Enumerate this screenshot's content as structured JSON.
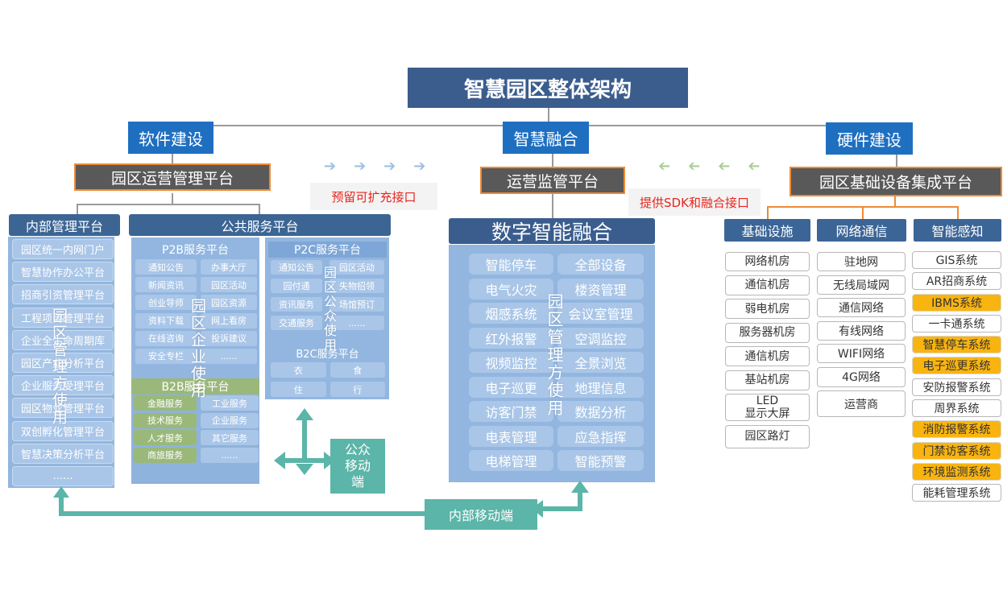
{
  "title": "智慧园区整体架构",
  "categories": {
    "software": "软件建设",
    "fusion": "智慧融合",
    "hardware": "硬件建设"
  },
  "platforms": {
    "ops": "园区运营管理平台",
    "monitor": "运营监管平台",
    "infra": "园区基础设备集成平台"
  },
  "notes": {
    "reserve": "预留可扩充接口",
    "sdk": "提供SDK和融合接口"
  },
  "internal": {
    "header": "内部管理平台",
    "items": [
      "园区统一内网门户",
      "智慧协作办公平台",
      "招商引资管理平台",
      "工程项目管理平台",
      "企业全生命周期库",
      "园区产业分析平台",
      "企业服务受理平台",
      "园区物业管理平台",
      "双创孵化管理平台",
      "智慧决策分析平台",
      "......"
    ],
    "vertical": "园区管理方使用"
  },
  "public": {
    "header": "公共服务平台",
    "p2b": {
      "header": "P2B服务平台",
      "left": [
        "通知公告",
        "新闻资讯",
        "创业导师",
        "资料下载",
        "在线咨询",
        "安全专栏"
      ],
      "right": [
        "办事大厅",
        "园区活动",
        "园区资源",
        "网上看房",
        "投诉建议",
        "......"
      ]
    },
    "b2b": {
      "header": "B2B服务平台",
      "left": [
        "金融服务",
        "技术服务",
        "人才服务",
        "商旅服务"
      ],
      "right": [
        "工业服务",
        "企业服务",
        "其它服务",
        "......"
      ]
    },
    "p2c": {
      "header": "P2C服务平台",
      "left": [
        "通知公告",
        "园付通",
        "资讯服务",
        "交通服务"
      ],
      "right": [
        "园区活动",
        "失物招领",
        "场馆预订",
        "......"
      ]
    },
    "b2c": {
      "header": "B2C服务平台",
      "items": [
        "衣",
        "食",
        "住",
        "行"
      ]
    },
    "vertical_enterprise": "园区企业使用",
    "vertical_public": "园区公众使用"
  },
  "fusion": {
    "header": "数字智能融合",
    "left": [
      "智能停车",
      "电气火灾",
      "烟感系统",
      "红外报警",
      "视频监控",
      "电子巡更",
      "访客门禁",
      "电表管理",
      "电梯管理"
    ],
    "right": [
      "全部设备",
      "楼资管理",
      "会议室管理",
      "空调监控",
      "全景浏览",
      "地理信息",
      "数据分析",
      "应急指挥",
      "智能预警"
    ],
    "vertical": "园区管理方使用"
  },
  "mobile": {
    "public": "公众移动端",
    "internal": "内部移动端"
  },
  "hardware": {
    "infra": {
      "header": "基础设施",
      "items": [
        "网络机房",
        "通信机房",
        "弱电机房",
        "服务器机房",
        "通信机房",
        "基站机房",
        "LED\n显示大屏",
        "园区路灯"
      ]
    },
    "network": {
      "header": "网络通信",
      "items": [
        "驻地网",
        "无线局域网",
        "通信网络",
        "有线网络",
        "WIFI网络",
        "4G网络",
        "运营商"
      ]
    },
    "sensing": {
      "header": "智能感知",
      "items": [
        {
          "label": "GIS系统",
          "highlight": false
        },
        {
          "label": "AR招商系统",
          "highlight": false
        },
        {
          "label": "IBMS系统",
          "highlight": true
        },
        {
          "label": "一卡通系统",
          "highlight": false
        },
        {
          "label": "智慧停车系统",
          "highlight": true
        },
        {
          "label": "电子巡更系统",
          "highlight": true
        },
        {
          "label": "安防报警系统",
          "highlight": false
        },
        {
          "label": "周界系统",
          "highlight": false
        },
        {
          "label": "消防报警系统",
          "highlight": true
        },
        {
          "label": "门禁访客系统",
          "highlight": true
        },
        {
          "label": "环境监测系统",
          "highlight": true
        },
        {
          "label": "能耗管理系统",
          "highlight": false
        }
      ]
    }
  },
  "colors": {
    "title_bg": "#3a5d8e",
    "category_bg": "#1f6fc1",
    "highlight": "#f9b410",
    "teal": "#5bb5a8",
    "note_red": "#e8251d"
  }
}
